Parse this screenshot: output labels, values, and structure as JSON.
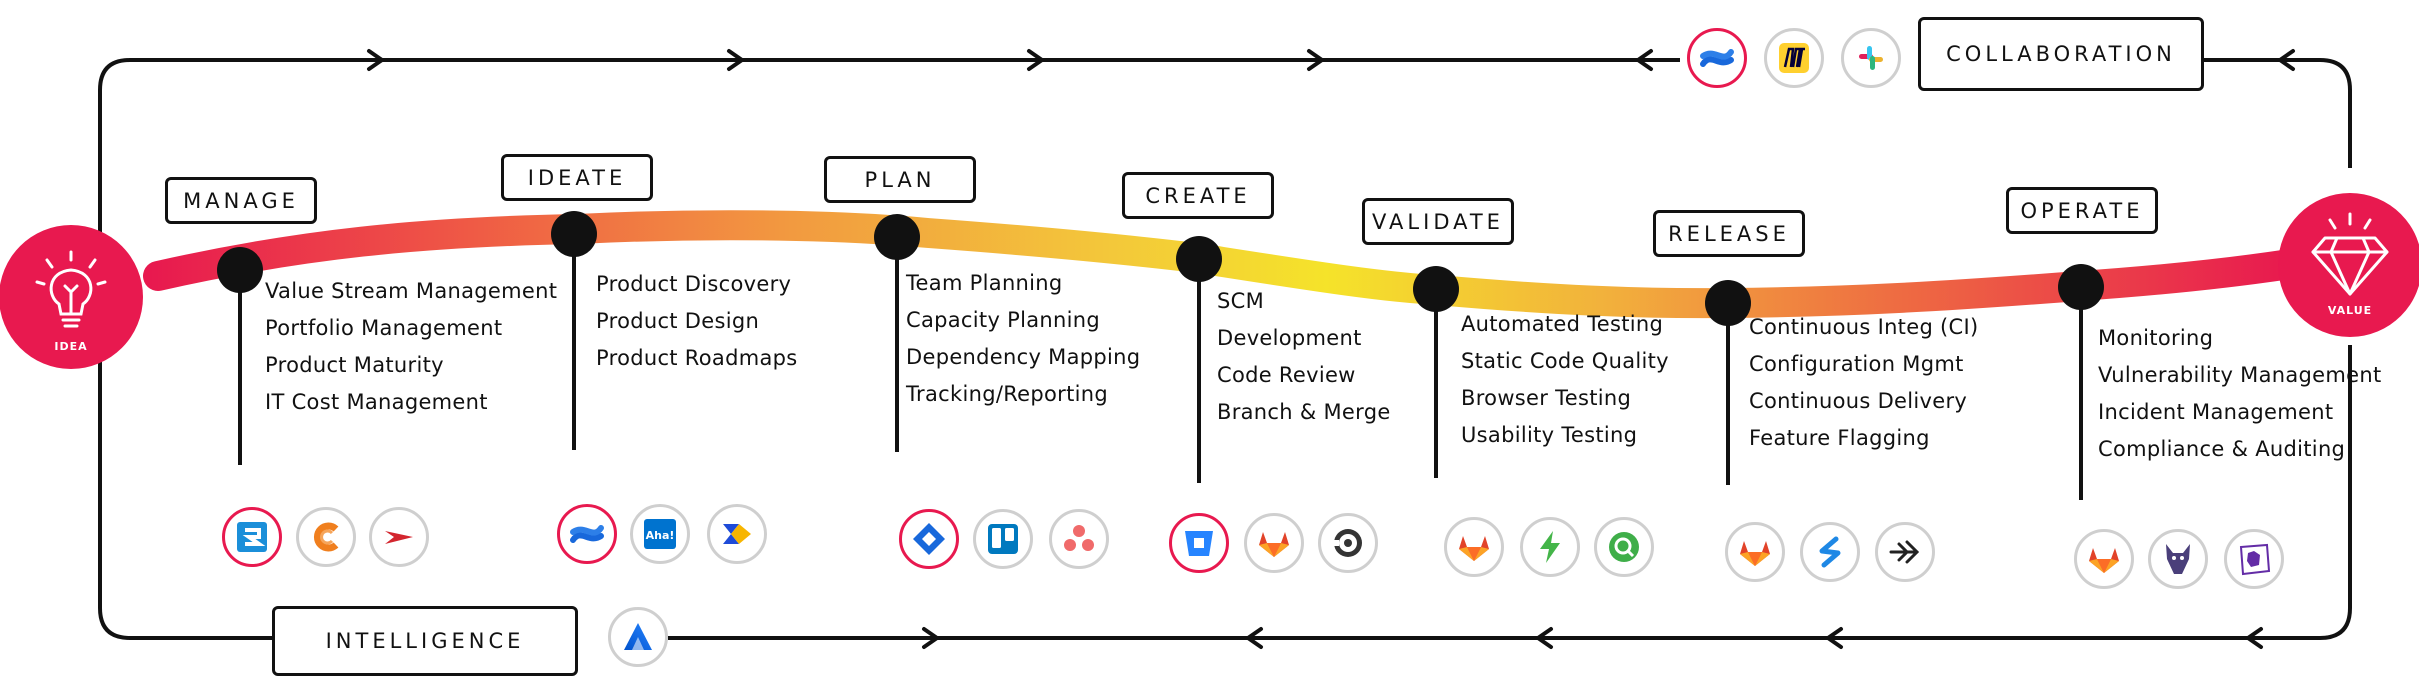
{
  "diagram": {
    "start_node": {
      "label": "IDEA"
    },
    "end_node": {
      "label": "VALUE"
    },
    "loop_labels": {
      "collaboration": "COLLABORATION",
      "intelligence": "INTELLIGENCE"
    },
    "stages": [
      {
        "label": "MANAGE",
        "items": [
          "Value Stream Management",
          "Portfolio Management",
          "Product Maturity",
          "IT Cost Management"
        ],
        "tools": [
          {
            "icon": "jira-align-icon",
            "highlight": true
          },
          {
            "icon": "clarity-icon",
            "highlight": false
          },
          {
            "icon": "apptio-icon",
            "highlight": false
          }
        ]
      },
      {
        "label": "IDEATE",
        "items": [
          "Product Discovery",
          "Product Design",
          "Product Roadmaps"
        ],
        "tools": [
          {
            "icon": "confluence-icon",
            "highlight": true
          },
          {
            "icon": "aha-icon",
            "highlight": false,
            "text": "Aha!"
          },
          {
            "icon": "productboard-icon",
            "highlight": false
          }
        ]
      },
      {
        "label": "PLAN",
        "items": [
          "Team Planning",
          "Capacity Planning",
          "Dependency Mapping",
          "Tracking/Reporting"
        ],
        "tools": [
          {
            "icon": "jira-icon",
            "highlight": true
          },
          {
            "icon": "trello-icon",
            "highlight": false
          },
          {
            "icon": "asana-icon",
            "highlight": false
          }
        ]
      },
      {
        "label": "CREATE",
        "items": [
          "SCM",
          "Development",
          "Code Review",
          "Branch & Merge"
        ],
        "tools": [
          {
            "icon": "bitbucket-icon",
            "highlight": true
          },
          {
            "icon": "gitlab-icon",
            "highlight": false
          },
          {
            "icon": "circleci-icon",
            "highlight": false
          }
        ]
      },
      {
        "label": "VALIDATE",
        "items": [
          "Automated Testing",
          "Static Code Quality",
          "Browser Testing",
          "Usability Testing"
        ],
        "tools": [
          {
            "icon": "gitlab-icon",
            "highlight": false
          },
          {
            "icon": "lightning-icon",
            "highlight": false
          },
          {
            "icon": "qtest-icon",
            "highlight": false
          }
        ]
      },
      {
        "label": "RELEASE",
        "items": [
          "Continuous Integ (CI)",
          "Configuration Mgmt",
          "Continuous Delivery",
          "Feature Flagging"
        ],
        "tools": [
          {
            "icon": "gitlab-icon",
            "highlight": false
          },
          {
            "icon": "swimlane-icon",
            "highlight": false
          },
          {
            "icon": "arrow-icon",
            "highlight": false
          }
        ]
      },
      {
        "label": "OPERATE",
        "items": [
          "Monitoring",
          "Vulnerability Management",
          "Incident Management",
          "Compliance & Auditing"
        ],
        "tools": [
          {
            "icon": "gitlab-icon",
            "highlight": false
          },
          {
            "icon": "doberman-icon",
            "highlight": false
          },
          {
            "icon": "datadog-icon",
            "highlight": false
          }
        ]
      }
    ],
    "collaboration_tools": [
      {
        "icon": "confluence-icon",
        "highlight": true
      },
      {
        "icon": "miro-icon",
        "highlight": false
      },
      {
        "icon": "slack-icon",
        "highlight": false
      }
    ],
    "intelligence_tools": [
      {
        "icon": "atlassian-icon",
        "highlight": false
      }
    ],
    "colors": {
      "accent": "#e8194f",
      "ribbon_start": "#e8194f",
      "ribbon_mid": "#f5e32a",
      "line": "#111111",
      "badge_border": "#cfcfcf"
    }
  }
}
